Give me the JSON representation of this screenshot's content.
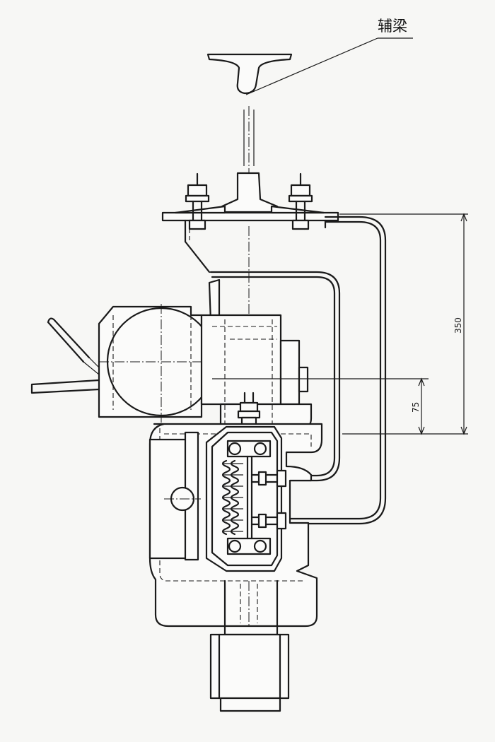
{
  "labels": {
    "beam": "辅梁"
  },
  "dimensions": {
    "total_height": "350",
    "offset": "75"
  },
  "colors": {
    "line": "#1a1a1a",
    "paper": "#f7f7f5"
  }
}
